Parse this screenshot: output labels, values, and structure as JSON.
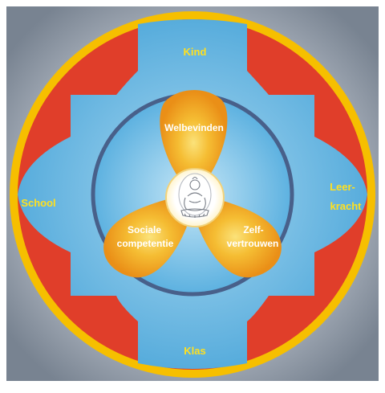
{
  "diagram": {
    "outer_labels": {
      "top": "Kind",
      "left": "School",
      "right_line1": "Leer-",
      "right_line2": "kracht",
      "bottom": "Klas"
    },
    "petal_labels": {
      "top": "Welbevinden",
      "left_line1": "Sociale",
      "left_line2": "competentie",
      "right_line1": "Zelf-",
      "right_line2": "vertrouwen"
    },
    "center_icon": "buddha-icon",
    "colors": {
      "background_center": "#d3d8df",
      "background_edge": "#7c8795",
      "gold_ring": "#f8c000",
      "red_fill": "#e03e2a",
      "blue_shape": "#5fb0dd",
      "blue_light": "#8fcaec",
      "inner_ring": "#4b5f86",
      "petal_orange": "#ee9d1a",
      "petal_light": "#f8d060",
      "outer_label_color": "#ffe020",
      "petal_label_color": "#ffffff"
    }
  }
}
